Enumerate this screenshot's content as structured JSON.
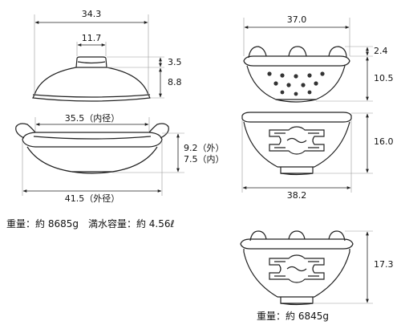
{
  "dimensions": {
    "lid_width": "34.3",
    "lid_knob_width": "11.7",
    "lid_knob_height": "3.5",
    "lid_height": "8.8",
    "pot_inner_width": "35.5（内径）",
    "pot_outer_width": "41.5（外径）",
    "pot_height_outer": "9.2（外）",
    "pot_height_inner": "7.5（内）",
    "steamer_top_width": "37.0",
    "steamer_lip_height": "2.4",
    "steamer_height": "10.5",
    "stand_height": "16.0",
    "stand_width": "38.2",
    "stacked_height": "17.3"
  },
  "notes": {
    "set_weight": "重量：約 8685g　満水容量：約 4.56ℓ",
    "stand_weight": "重量：約 6845g"
  },
  "icons": {
    "arrow_style": "filled-triangle-arrowhead"
  }
}
